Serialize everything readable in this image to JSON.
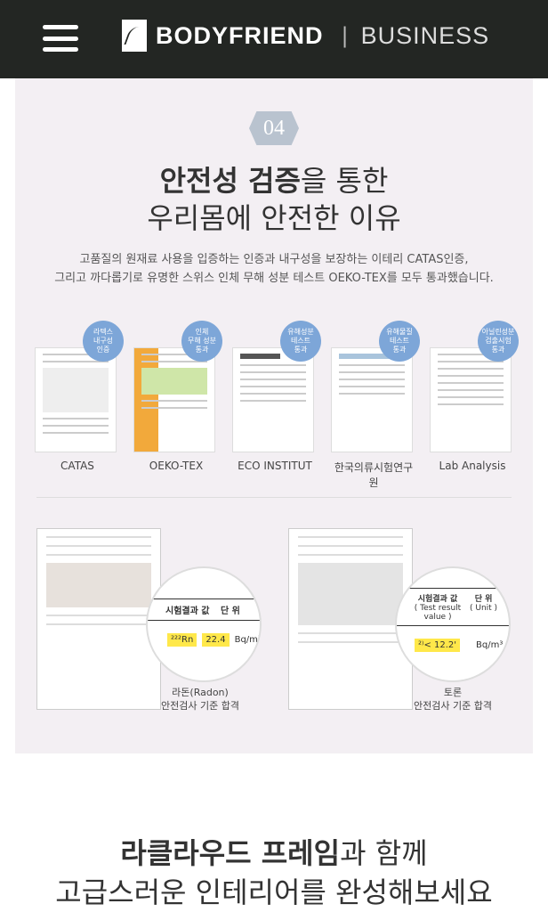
{
  "header": {
    "brand": "BODYFRIEND",
    "divider": "|",
    "sub": "BUSINESS"
  },
  "section": {
    "number": "04",
    "title_bold": "안전성 검증",
    "title_rest": "을 통한",
    "title_line2": "우리몸에 안전한 이유",
    "desc_line1": "고품질의 원재료 사용을 입증하는 인증과 내구성을 보장하는 이테리 CATAS인증,",
    "desc_line2": "그리고 까다롭기로 유명한 스위스 인체 무해 성분 테스트 OEKO-TEX를 모두 통과했습니다.",
    "certs": [
      {
        "badge": "라텍스\n내구성\n인증",
        "label": "CATAS"
      },
      {
        "badge": "인체\n무해 성분\n통과",
        "label": "OEKO-TEX"
      },
      {
        "badge": "유해성분\n테스트\n통과",
        "label": "ECO INSTITUT"
      },
      {
        "badge": "유해물질\n테스트\n통과",
        "label": "한국의류시험연구원"
      },
      {
        "badge": "아닐린성분\n검출시험\n통과",
        "label": "Lab Analysis"
      }
    ],
    "tests": [
      {
        "header": "시험결과 값",
        "unit_header": "단 위",
        "element": "²²²Rn",
        "value": "22.4",
        "unit": "Bq/m³",
        "caption1": "라돈(Radon)",
        "caption2": "안전검사 기준 합격"
      },
      {
        "header": "시험결과 값",
        "sub_header": "( Test result value )",
        "unit_header": "단 위",
        "unit_sub": "( Unit )",
        "value": "²⁾< 12.2'",
        "unit": "Bq/m³",
        "caption1": "토론",
        "caption2": "안전검사 기준 합격"
      }
    ]
  },
  "bottom": {
    "bold": "라클라우드 프레임",
    "rest": "과 함께",
    "line2": "고급스러운 인테리어를 완성해보세요"
  }
}
